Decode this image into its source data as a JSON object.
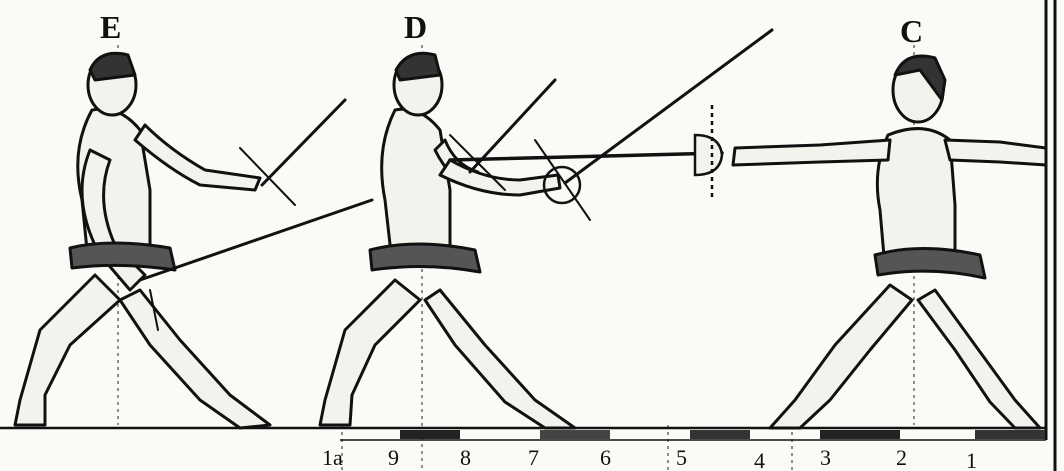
{
  "figure_labels": [
    "E",
    "D",
    "C"
  ],
  "scale_numbers": [
    "1a",
    "9",
    "8",
    "7",
    "6",
    "5",
    "4",
    "3",
    "2",
    "1"
  ],
  "colors": {
    "ink": "#111111",
    "paper": "#fbfaf7"
  }
}
